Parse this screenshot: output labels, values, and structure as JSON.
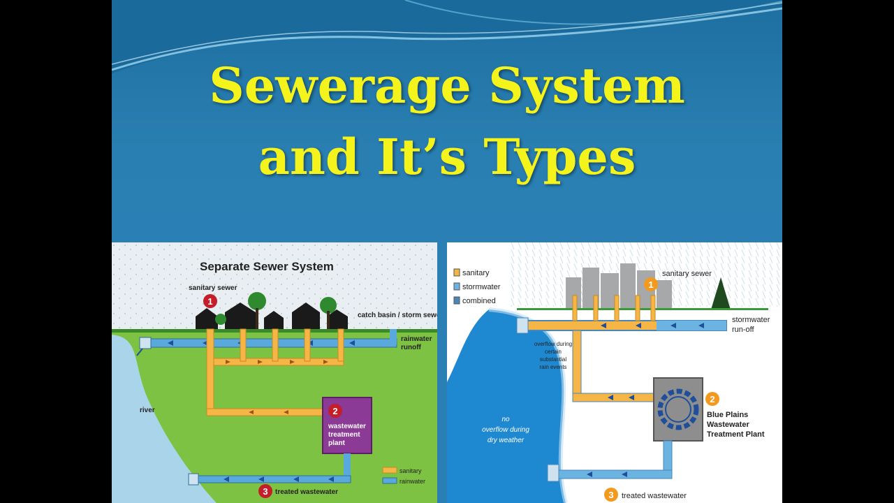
{
  "slide": {
    "title_line1": "Sewerage System",
    "title_line2": "and It’s Types"
  },
  "left_diagram": {
    "heading": "Separate Sewer System",
    "labels": {
      "sanitary_sewer": "sanitary sewer",
      "catch_basin": "catch basin / storm sewer",
      "rainwater_runoff_1": "rainwater",
      "rainwater_runoff_2": "runoff",
      "river": "river",
      "plant_1": "wastewater",
      "plant_2": "treatment",
      "plant_3": "plant",
      "treated": "treated wastewater"
    },
    "markers": [
      "1",
      "2",
      "3"
    ],
    "legend": [
      {
        "label": "sanitary",
        "color": "#f5b547"
      },
      {
        "label": "rainwater",
        "color": "#5aa9dd"
      }
    ]
  },
  "right_diagram": {
    "legend": [
      {
        "label": "sanitary",
        "color": "#f5b547"
      },
      {
        "label": "stormwater",
        "color": "#6bb3e0"
      },
      {
        "label": "combined",
        "color": "#4a86b8"
      }
    ],
    "labels": {
      "sanitary_sewer": "sanitary sewer",
      "stormwater_1": "stormwater",
      "stormwater_2": "run-off",
      "overflow_1": "overflow during",
      "overflow_2": "certain",
      "overflow_3": "substantial",
      "overflow_4": "rain events",
      "no_overflow_1": "no",
      "no_overflow_2": "overflow during",
      "no_overflow_3": "dry weather",
      "plant_1": "Blue Plains",
      "plant_2": "Wastewater",
      "plant_3": "Treatment Plant",
      "treated": "treated wastewater"
    },
    "markers": [
      "1",
      "2",
      "3"
    ]
  }
}
